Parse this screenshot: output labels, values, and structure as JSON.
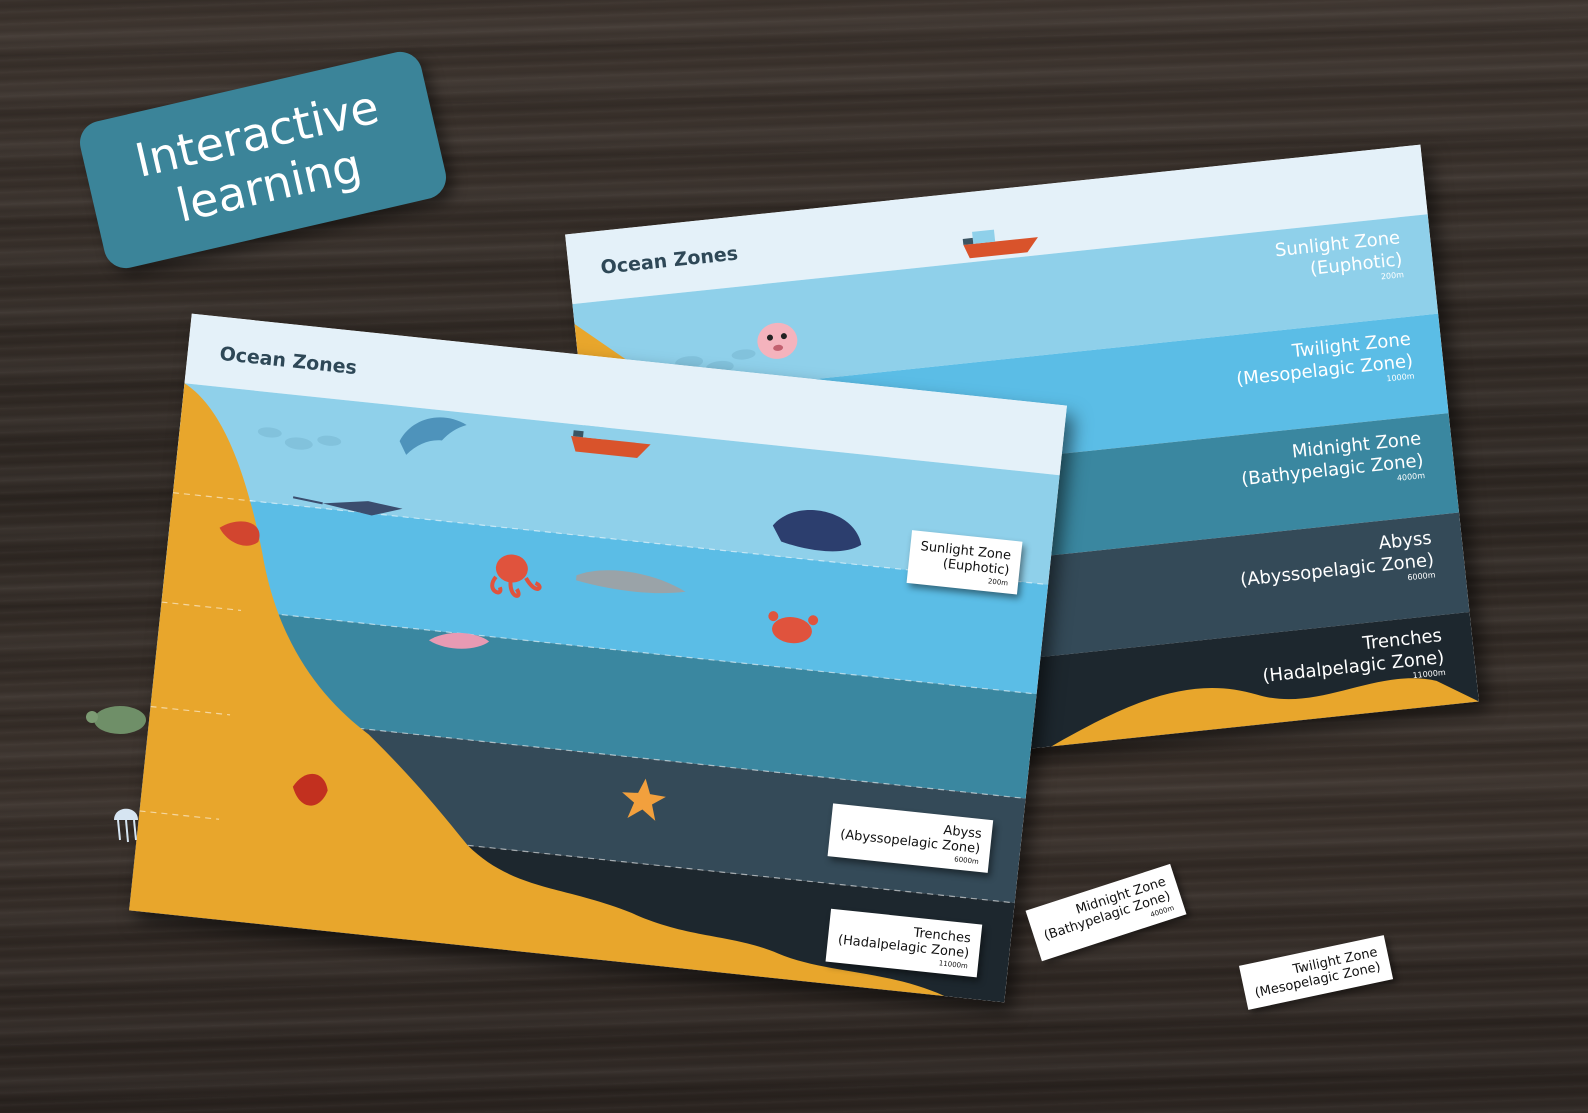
{
  "badge": {
    "line1": "Interactive",
    "line2": "learning"
  },
  "back_sheet": {
    "title": "Ocean Zones",
    "zones": [
      {
        "name": "Sunlight Zone",
        "subtitle": "(Euphotic)",
        "depth": "200m"
      },
      {
        "name": "Twilight Zone",
        "subtitle": "(Mesopelagic Zone)",
        "depth": "1000m"
      },
      {
        "name": "Midnight Zone",
        "subtitle": "(Bathypelagic Zone)",
        "depth": "4000m"
      },
      {
        "name": "Abyss",
        "subtitle": "(Abyssopelagic Zone)",
        "depth": "6000m"
      },
      {
        "name": "Trenches",
        "subtitle": "(Hadalpelagic Zone)",
        "depth": "11000m"
      }
    ]
  },
  "front_sheet": {
    "title": "Ocean Zones",
    "cards": [
      {
        "name": "Sunlight Zone",
        "subtitle": "(Euphotic)",
        "depth": "200m"
      },
      {
        "name": "Abyss",
        "subtitle": "(Abyssopelagic Zone)",
        "depth": "6000m"
      },
      {
        "name": "Trenches",
        "subtitle": "(Hadalpelagic Zone)",
        "depth": "11000m"
      }
    ]
  },
  "loose_cards": [
    {
      "name": "Midnight Zone",
      "subtitle": "(Bathypelagic Zone)",
      "depth": "4000m"
    },
    {
      "name": "Twilight Zone",
      "subtitle": "(Mesopelagic Zone)"
    }
  ],
  "colors": {
    "sky": "#e4f1f9",
    "sunlight": "#8fd0ea",
    "twilight": "#5bbde6",
    "midnight": "#3a87a0",
    "abyss": "#344a58",
    "trench": "#1d272e",
    "seabed": "#e8a62c",
    "badge": "#3b8499"
  },
  "icons": [
    "dolphin-icon",
    "boat-icon",
    "marlin-icon",
    "whale-icon",
    "octopus-icon",
    "shark-icon",
    "crab-icon",
    "shrimp-icon",
    "squid-icon",
    "turtle-icon",
    "jellyfish-icon",
    "starfish-icon",
    "giant-squid-icon",
    "blobfish-icon"
  ]
}
